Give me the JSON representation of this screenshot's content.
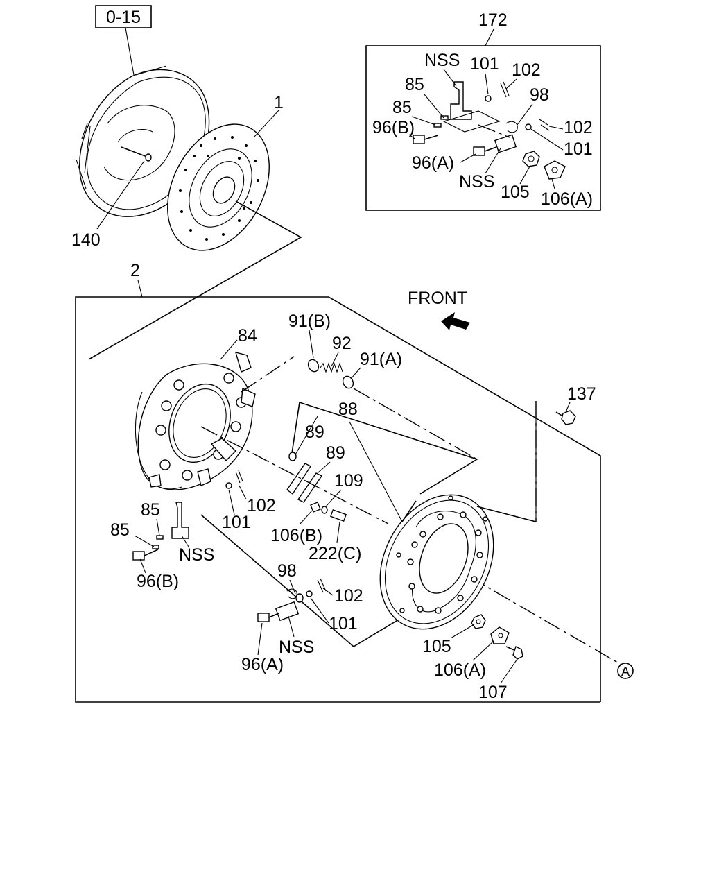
{
  "ref_box": "0-15",
  "front_label": "FRONT",
  "callout_a": "A",
  "labels": {
    "l172": "172",
    "l1": "1",
    "l140": "140",
    "l2": "2",
    "l84": "84",
    "l91b": "91(B)",
    "l92": "92",
    "l91a": "91(A)",
    "l137": "137",
    "l88": "88",
    "l89a": "89",
    "l89b": "89",
    "l109": "109",
    "l102a": "102",
    "l101a": "101",
    "l106b": "106(B)",
    "l222c": "222(C)",
    "l85a": "85",
    "l85b": "85",
    "lnss1": "NSS",
    "l96b1": "96(B)",
    "l98a": "98",
    "l102b": "102",
    "l101b": "101",
    "lnss2": "NSS",
    "l96a1": "96(A)",
    "l105a": "105",
    "l106a1": "106(A)",
    "l107": "107",
    "in_nss1": "NSS",
    "in_101a": "101",
    "in_102a": "102",
    "in_85a": "85",
    "in_85b": "85",
    "in_98": "98",
    "in_96b": "96(B)",
    "in_102b": "102",
    "in_101b": "101",
    "in_96a": "96(A)",
    "in_nss2": "NSS",
    "in_105": "105",
    "in_106a": "106(A)"
  },
  "icons": [
    "front-arrow-icon",
    "callout-circle-icon"
  ]
}
